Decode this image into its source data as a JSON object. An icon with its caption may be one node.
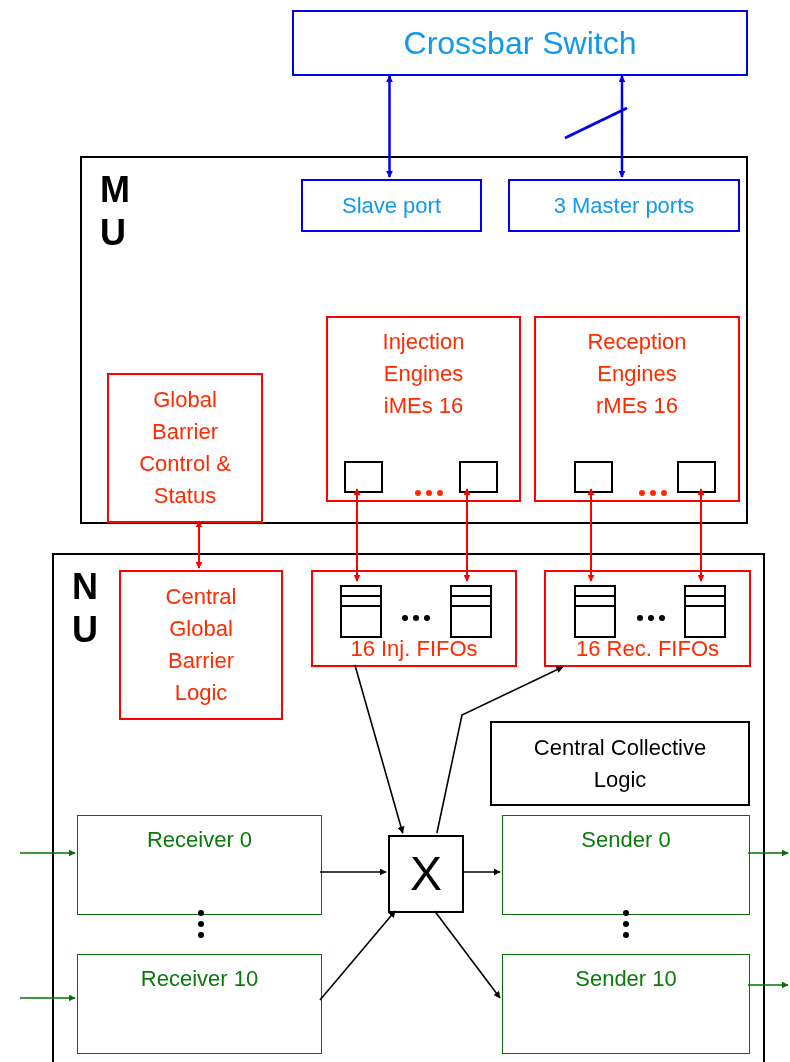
{
  "diagram": {
    "nodes": [
      {
        "text": [
          "Crossbar Switch"
        ]
      },
      {
        "text": [
          "M U"
        ]
      },
      {
        "text": [
          "Slave port"
        ],
        "in": 1
      },
      {
        "text": [
          "3 Master ports"
        ],
        "in": 1
      },
      {
        "text": [
          "Injection Engines iMEs 16"
        ],
        "in": 1
      },
      {
        "text": [
          "Reception Engines rMEs 16"
        ],
        "in": 1
      },
      {
        "text": [
          "Global Barrier Control & Status"
        ],
        "in": 1
      },
      {
        "text": [],
        "shape": "box",
        "in": 4
      },
      {
        "text": [],
        "shape": "box",
        "in": 4
      },
      {
        "text": [],
        "shape": "box",
        "in": 5
      },
      {
        "text": [],
        "shape": "box",
        "in": 5
      },
      {
        "text": [
          "N U"
        ]
      },
      {
        "text": [
          "Central Global Barrier Logic"
        ],
        "in": 11
      },
      {
        "text": [
          "16 Inj.  FIFOs"
        ],
        "in": 11
      },
      {
        "text": [],
        "shape": "queue",
        "in": 13
      },
      {
        "text": [],
        "shape": "queue",
        "in": 13
      },
      {
        "text": [
          "16 Rec. FIFOs"
        ],
        "in": 11
      },
      {
        "text": [],
        "shape": "queue",
        "in": 16
      },
      {
        "text": [],
        "shape": "queue",
        "in": 16
      },
      {
        "text": [
          "Central Collective Logic"
        ],
        "in": 11
      },
      {
        "text": [
          "Receiver 0"
        ],
        "in": 11
      },
      {
        "text": [
          "Receiver 10"
        ],
        "in": 11
      },
      {
        "text": [
          "X"
        ],
        "in": 11
      },
      {
        "text": [
          "Sender 0"
        ],
        "in": 11
      },
      {
        "text": [
          "Sender 10"
        ],
        "in": 11
      }
    ],
    "edges": [
      {
        "from": 0,
        "to": 2,
        "arrow": "both",
        "color": "#0000ee"
      },
      {
        "from": 0,
        "to": 3,
        "arrow": "both",
        "color": "#0000ee"
      },
      {
        "from": 6,
        "to": 12,
        "arrow": "both",
        "color": "#ff0000"
      },
      {
        "from": 7,
        "to": 14,
        "arrow": "both",
        "color": "#ff0000"
      },
      {
        "from": 8,
        "to": 15,
        "arrow": "both",
        "color": "#ff0000"
      },
      {
        "from": 9,
        "to": 17,
        "arrow": "both",
        "color": "#ff0000"
      },
      {
        "from": 10,
        "to": 18,
        "arrow": "both",
        "color": "#ff0000"
      },
      {
        "from": 13,
        "to": 22,
        "arrow": "to"
      },
      {
        "from": 22,
        "to": 16,
        "arrow": "to"
      },
      {
        "from": 20,
        "to": 22,
        "arrow": "to"
      },
      {
        "from": 21,
        "to": 22,
        "arrow": "to"
      },
      {
        "from": 22,
        "to": 23,
        "arrow": "to"
      },
      {
        "from": 22,
        "to": 24,
        "arrow": "to"
      },
      {
        "from": null,
        "to": 20,
        "arrow": "to",
        "color": "#067006"
      },
      {
        "from": null,
        "to": 21,
        "arrow": "to",
        "color": "#067006"
      },
      {
        "from": 23,
        "to": null,
        "arrow": "to",
        "color": "#067006"
      },
      {
        "from": 24,
        "to": null,
        "arrow": "to",
        "color": "#067006"
      }
    ]
  }
}
